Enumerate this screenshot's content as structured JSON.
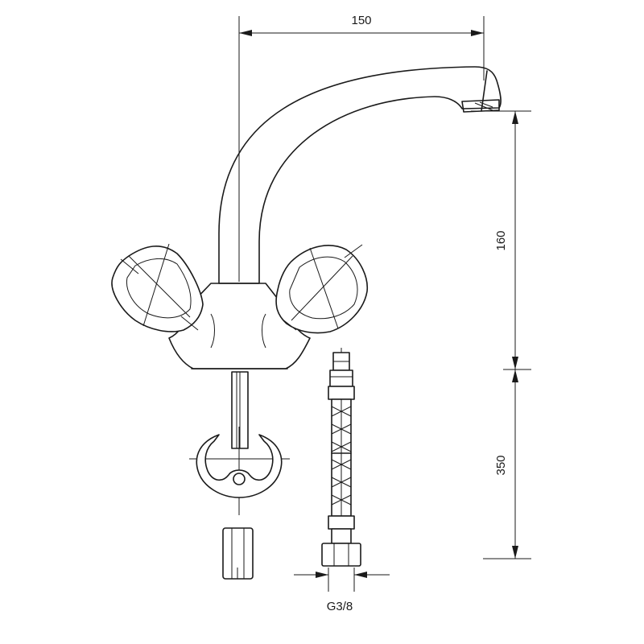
{
  "dimensions": {
    "spout_reach": "150",
    "spout_height": "160",
    "hose_length": "350",
    "thread_size": "G3/8"
  }
}
